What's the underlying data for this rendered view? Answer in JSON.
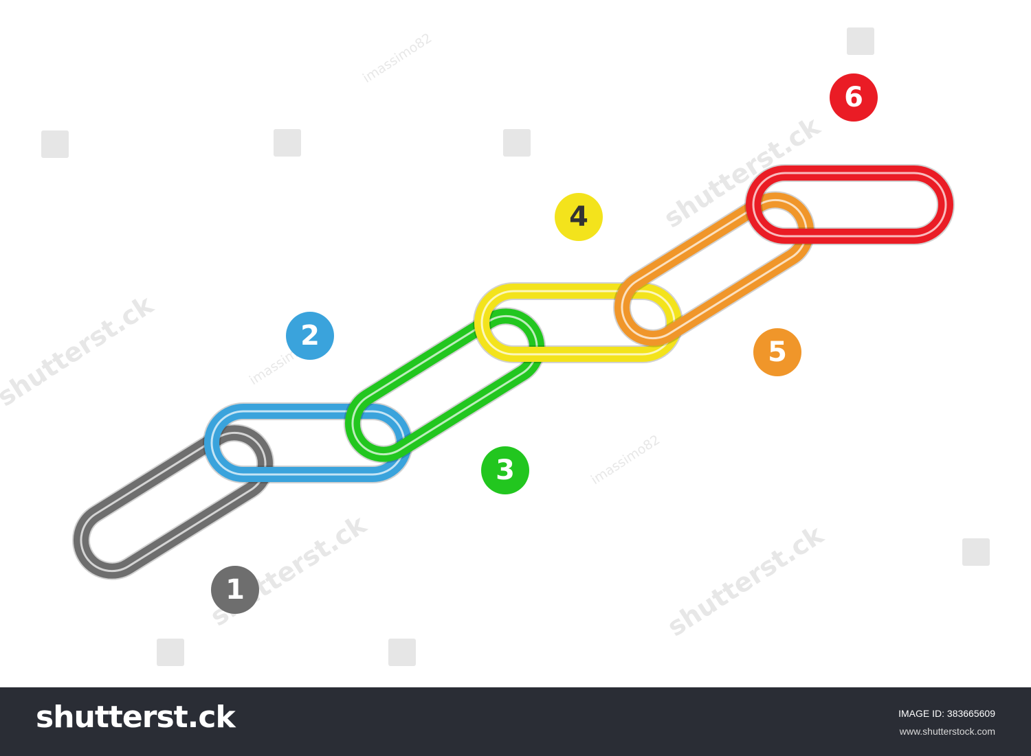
{
  "links": [
    {
      "label": "1",
      "color": "#6e6e6e"
    },
    {
      "label": "2",
      "color": "#3aa3dc"
    },
    {
      "label": "3",
      "color": "#22c61f"
    },
    {
      "label": "4",
      "color": "#f3e31c"
    },
    {
      "label": "5",
      "color": "#f0962a"
    },
    {
      "label": "6",
      "color": "#ea1c25"
    }
  ],
  "badges": {
    "one": "1",
    "two": "2",
    "three": "3",
    "four": "4",
    "five": "5",
    "six": "6"
  },
  "badge_text_colors": {
    "four": "#333333"
  },
  "watermarks": {
    "author": "imassimo82",
    "brand": "shutterst.ck"
  },
  "footer": {
    "logo": "shutterst.ck",
    "image_id": "IMAGE ID: 383665609",
    "url": "www.shutterstock.com"
  }
}
